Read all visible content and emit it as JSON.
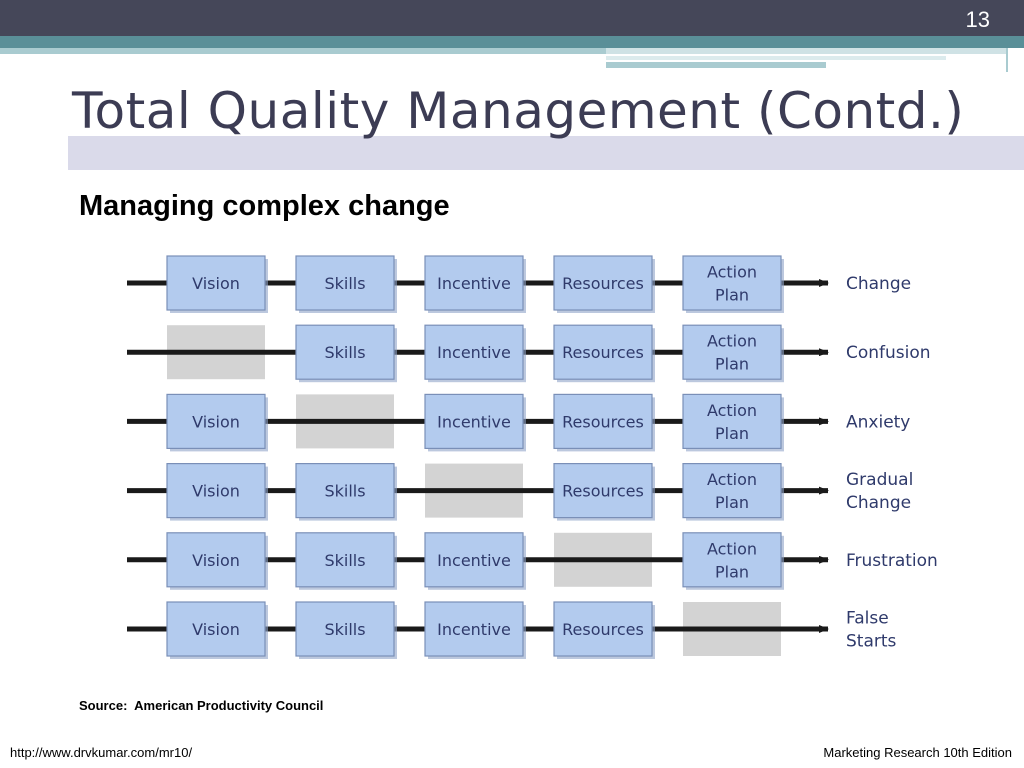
{
  "slide_number": "13",
  "title": "Total Quality Management (Contd.)",
  "subtitle": "Managing complex change",
  "columns": [
    "Vision",
    "Skills",
    "Incentive",
    "Resources",
    "Action Plan"
  ],
  "rows": [
    {
      "missing": null,
      "outcome": "Change"
    },
    {
      "missing": 0,
      "outcome": "Confusion"
    },
    {
      "missing": 1,
      "outcome": "Anxiety"
    },
    {
      "missing": 2,
      "outcome": "Gradual Change"
    },
    {
      "missing": 3,
      "outcome": "Frustration"
    },
    {
      "missing": 4,
      "outcome": "False Starts"
    }
  ],
  "source": "Source:  American Productivity Council",
  "footer": {
    "url": "http://www.drvkumar.com/mr10/",
    "edition": "Marketing Research 10th Edition"
  },
  "colors": {
    "box_fill": "#b3cbee",
    "box_border": "#7a8fb7",
    "missing_fill": "#d3d3d3",
    "line": "#1a1a1a",
    "text": "#2f3a6b"
  }
}
